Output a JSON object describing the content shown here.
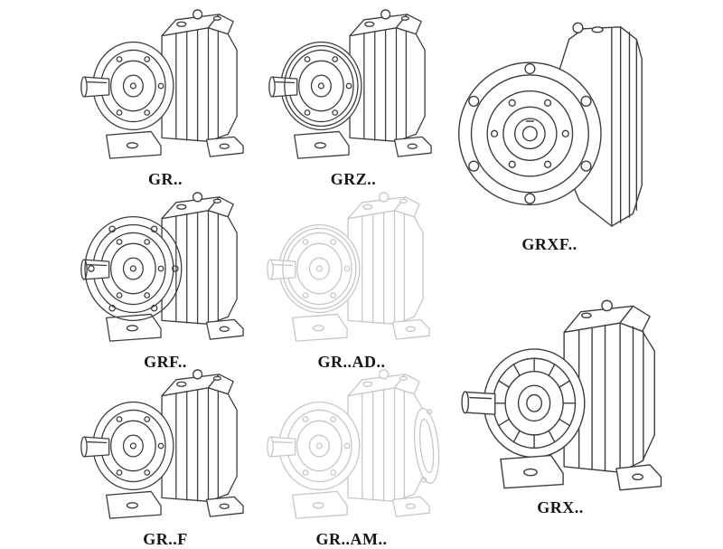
{
  "models": [
    {
      "code": "GR.."
    },
    {
      "code": "GRZ.."
    },
    {
      "code": "GRXF.."
    },
    {
      "code": "GRF.."
    },
    {
      "code": "GR..AD.."
    },
    {
      "code": "GR..F"
    },
    {
      "code": "GR..AM.."
    },
    {
      "code": "GRX.."
    }
  ],
  "colors": {
    "line": "#3d3d3d",
    "ghost_line": "#c7c7c7",
    "label_text": "#151515",
    "background": "#ffffff"
  }
}
